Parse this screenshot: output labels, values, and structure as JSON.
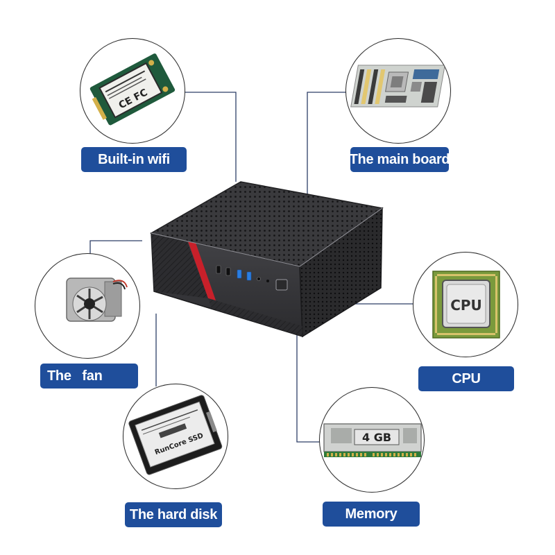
{
  "labels": {
    "wifi": "Built-in wifi",
    "main_board": "The main board",
    "fan": "The   fan",
    "cpu": "CPU",
    "hard_disk": "The hard disk",
    "memory": "Memory"
  },
  "component_text": {
    "cpu_chip": "CPU",
    "memory_chip": "4 GB",
    "ssd_brand": "RunCore SSD",
    "wifi_marks": "CE FC"
  },
  "icons": {
    "wifi": "wifi-card-icon",
    "main_board": "motherboard-icon",
    "fan": "blower-fan-icon",
    "cpu": "cpu-chip-icon",
    "hard_disk": "ssd-drive-icon",
    "memory": "ram-stick-icon",
    "device": "mini-pc-case"
  },
  "colors": {
    "label_bg": "#1f4e9b",
    "label_text": "#ffffff",
    "connector_line": "#2c3e66",
    "case_body": "#2e2e30",
    "accent_red": "#c8202a",
    "usb_blue": "#2a7de1"
  }
}
